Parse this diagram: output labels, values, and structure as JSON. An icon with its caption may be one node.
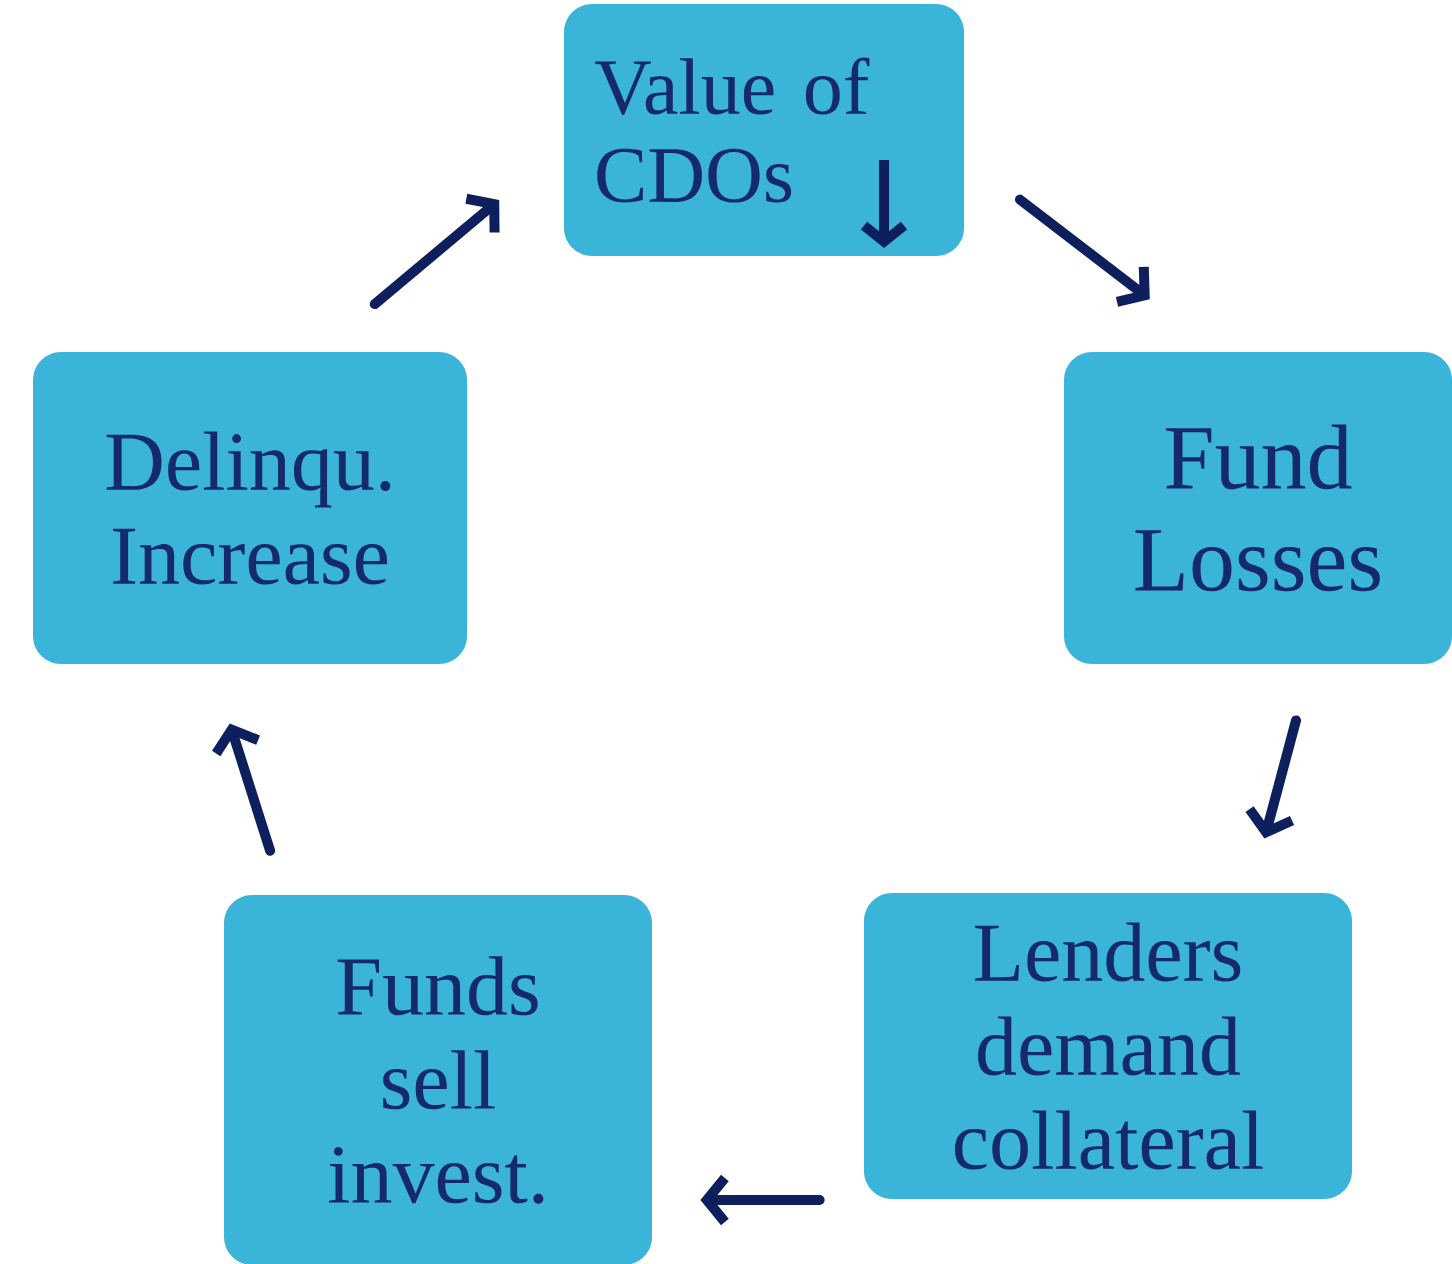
{
  "diagram": {
    "nodes": [
      {
        "text": [
          "Value of CDOs"
        ]
      },
      {
        "text": [
          "Fund Losses"
        ]
      },
      {
        "text": [
          "Lenders demand collateral"
        ]
      },
      {
        "text": [
          "Funds sell invest."
        ]
      },
      {
        "text": [
          "Delinqu. Increase"
        ]
      }
    ],
    "edges": [
      {
        "from": 0,
        "to": 1,
        "arrow": "to"
      },
      {
        "from": 1,
        "to": 2,
        "arrow": "to"
      },
      {
        "from": 2,
        "to": 3,
        "arrow": "to"
      },
      {
        "from": 3,
        "to": 4,
        "arrow": "to"
      },
      {
        "from": 4,
        "to": 0,
        "arrow": "to"
      }
    ]
  }
}
